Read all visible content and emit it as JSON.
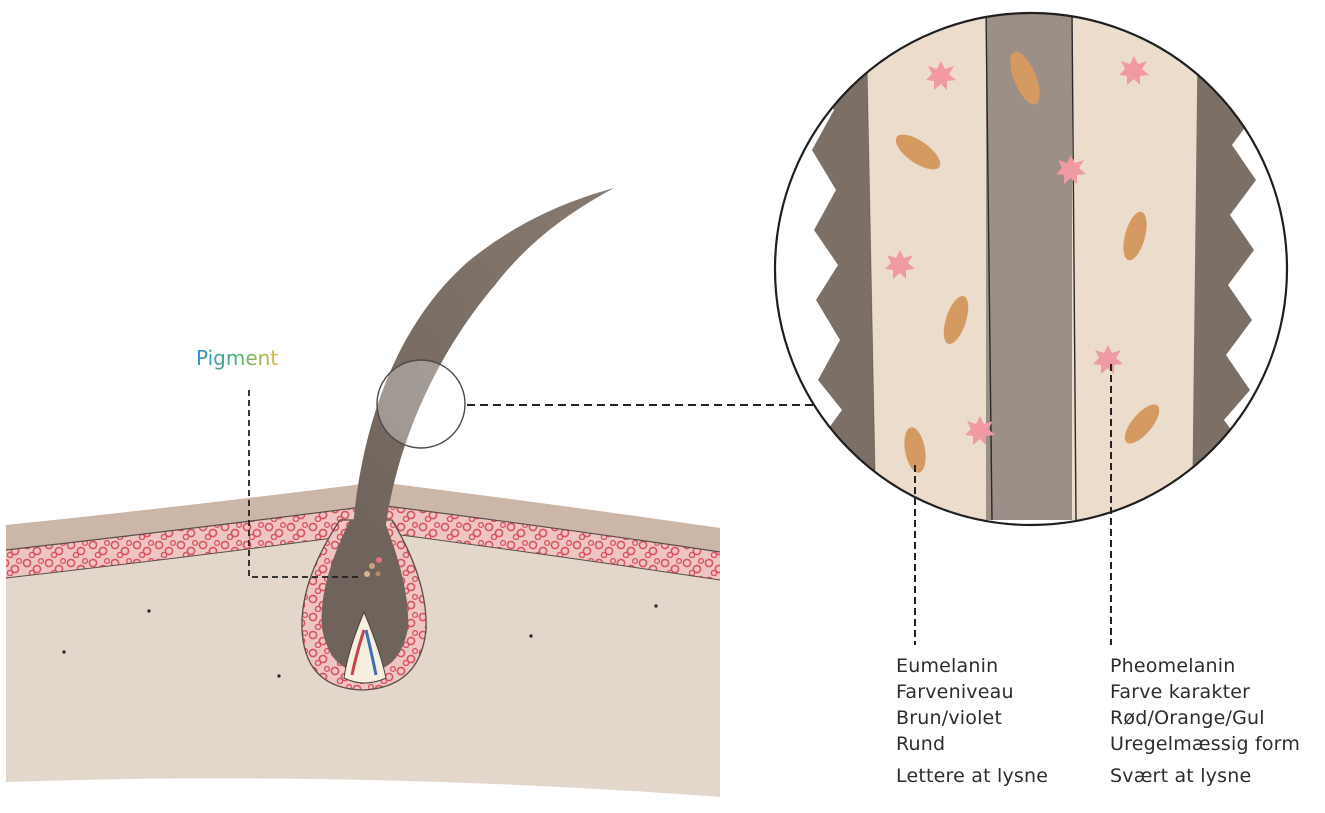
{
  "pigment_label": "Pigment",
  "eumelanin": {
    "lines": [
      "Eumelanin",
      "Farveniveau",
      "Brun/violet",
      "Rund",
      "Lettere at lysne"
    ]
  },
  "pheomelanin": {
    "lines": [
      "Pheomelanin",
      "Farve karakter",
      "Rød/Orange/Gul",
      "Uregelmæssig form",
      "Svært at lysne"
    ]
  },
  "colors": {
    "skin_surface": "#cbb6a8",
    "dermis": "#e3d6cb",
    "capillary_layer": "#efc5c4",
    "capillary_ring": "#d9535f",
    "hair_shaft": "#7c6f66",
    "medulla": "#9b8f87",
    "cortex": "#ecdccc",
    "eumelanin_granule": "#d49a62",
    "pheomelanin_granule": "#f09aa3"
  }
}
